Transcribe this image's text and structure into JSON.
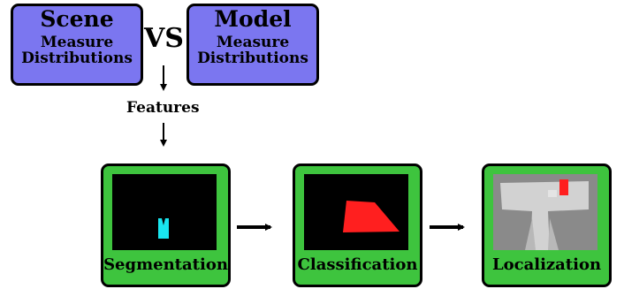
{
  "scene_box": {
    "title": "Scene",
    "line1": "Measure",
    "line2": "Distributions"
  },
  "vs_label": "VS",
  "model_box": {
    "title": "Model",
    "line1": "Measure",
    "line2": "Distributions"
  },
  "features_label": "Features",
  "stages": [
    {
      "label": "Segmentation"
    },
    {
      "label": "Classification"
    },
    {
      "label": "Localization"
    }
  ],
  "colors": {
    "blue_box": "#7b76f0",
    "green_box": "#3ec43e",
    "segment_cyan": "#19e6f0",
    "classification_red": "#ff1f1f",
    "map_gray": "#8a8a8a"
  }
}
